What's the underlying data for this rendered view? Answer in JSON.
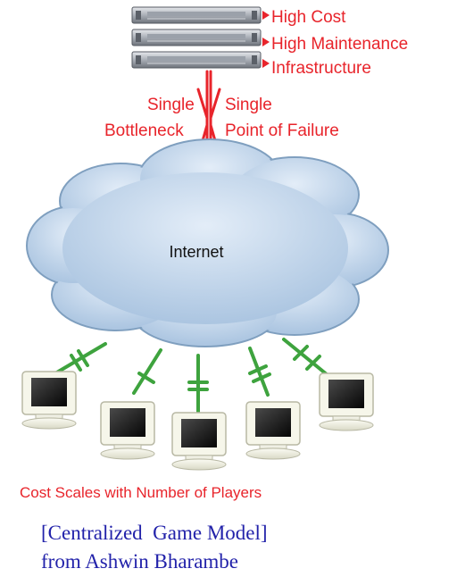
{
  "diagram": {
    "server_labels": [
      "High Cost",
      "High Maintenance",
      "Infrastructure"
    ],
    "left_label": [
      "Single",
      "Bottleneck"
    ],
    "right_label": [
      "Single",
      "Point of Failure"
    ],
    "cloud_label": "Internet",
    "bottom_caption": "Cost Scales with Number of Players",
    "source_lines": [
      "[Centralized  Game Model]",
      "from Ashwin Bharambe"
    ]
  },
  "colors": {
    "red": "#e8242b",
    "green": "#3ea33e",
    "cloud_fill": "#bcd3ea",
    "cloud_stroke": "#7f9fbf",
    "source_text": "#2222aa"
  }
}
